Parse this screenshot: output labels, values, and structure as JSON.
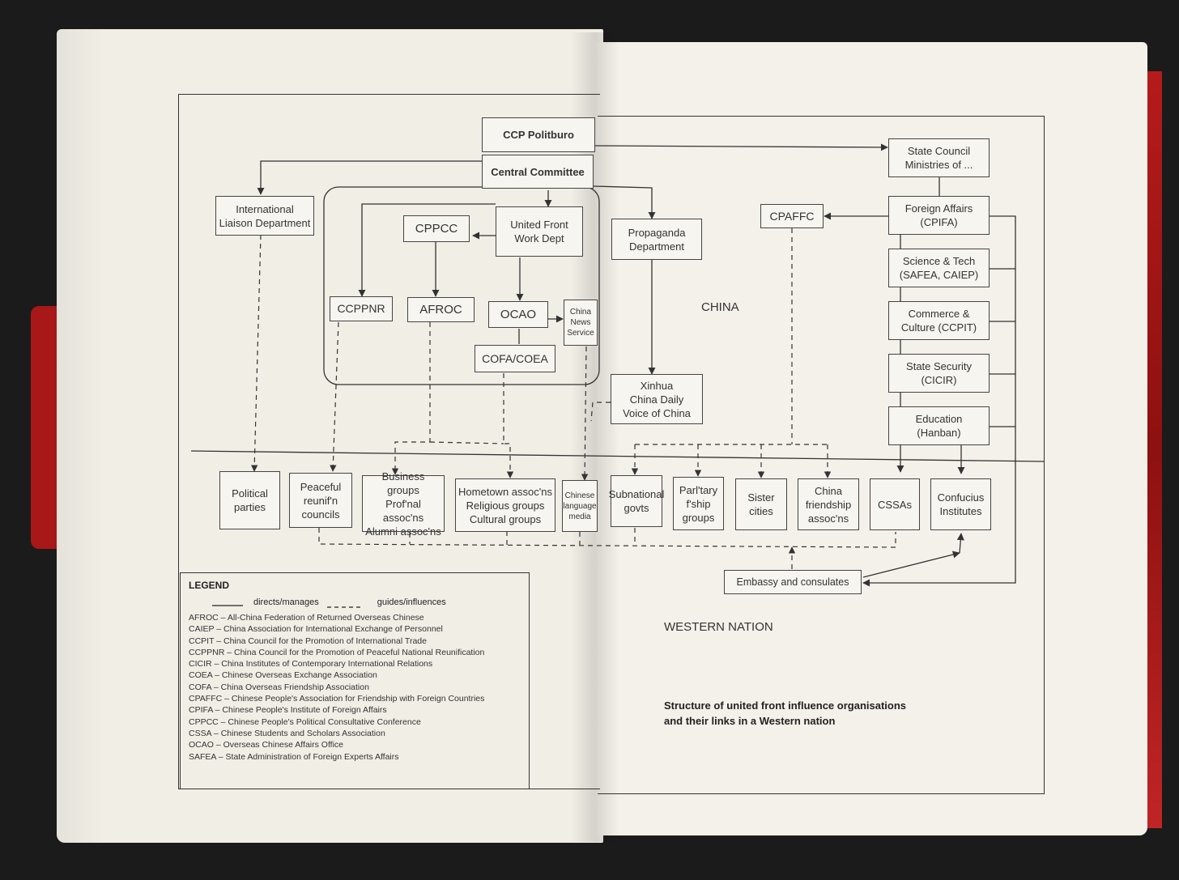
{
  "nodes": {
    "ccp_politburo": "CCP Politburo",
    "central_committee": "Central Committee",
    "international_liaison": "International\nLiaison Department",
    "cppcc": "CPPCC",
    "ufwd": "United Front\nWork Dept",
    "ccppnr": "CCPPNR",
    "afroc": "AFROC",
    "ocao": "OCAO",
    "china_news": "China News\nService",
    "cofa_coea": "COFA/COEA",
    "propaganda": "Propaganda\nDepartment",
    "xinhua": "Xinhua\nChina Daily\nVoice of China",
    "state_council": "State Council\nMinistries of ...",
    "cpaffc": "CPAFFC",
    "foreign_affairs": "Foreign Affairs\n(CPIFA)",
    "science_tech": "Science & Tech\n(SAFEA, CAIEP)",
    "commerce": "Commerce &\nCulture (CCPIT)",
    "state_security": "State Security\n(CICIR)",
    "education": "Education\n(Hanban)",
    "political_parties": "Political\nparties",
    "peaceful": "Peaceful\nreunif'n\ncouncils",
    "business": "Business groups\nProf'nal assoc'ns\nAlumni assoc'ns",
    "hometown": "Hometown assoc'ns\nReligious groups\nCultural groups",
    "chinese_media": "Chinese\nlanguage\nmedia",
    "subnational": "Subnational\ngovts",
    "parliamentary": "Parl'tary\nf'ship\ngroups",
    "sister": "Sister\ncities",
    "friendship": "China\nfriendship\nassoc'ns",
    "cssas": "CSSAs",
    "confucius": "Confucius\nInstitutes",
    "embassy": "Embassy and consulates"
  },
  "regions": {
    "china": "CHINA",
    "western": "WESTERN NATION"
  },
  "legend": {
    "title": "LEGEND",
    "solid": "directs/manages",
    "dashed": "guides/influences",
    "items": [
      "AFROC – All-China Federation of Returned Overseas Chinese",
      "CAIEP – China Association for International Exchange of Personnel",
      "CCPIT – China Council for the Promotion of International Trade",
      "CCPPNR – China Council for the Promotion of Peaceful National Reunification",
      "CICIR – China Institutes of Contemporary International Relations",
      "COEA – Chinese Overseas Exchange Association",
      "COFA – China Overseas Friendship Association",
      "CPAFFC – Chinese People's Association for Friendship with Foreign Countries",
      "CPIFA – Chinese People's Institute of Foreign Affairs",
      "CPPCC – Chinese People's Political Consultative Conference",
      "CSSA – Chinese Students and Scholars Association",
      "OCAO – Overseas Chinese Affairs Office",
      "SAFEA – State Administration of Foreign Experts Affairs"
    ]
  },
  "caption": {
    "line1": "Structure of united front influence organisations",
    "line2": "and their links in a Western nation"
  },
  "colors": {
    "paper": "#f1eee6",
    "ink": "#333333",
    "cover_red": "#b51b1b",
    "background": "#1b1b1b"
  }
}
